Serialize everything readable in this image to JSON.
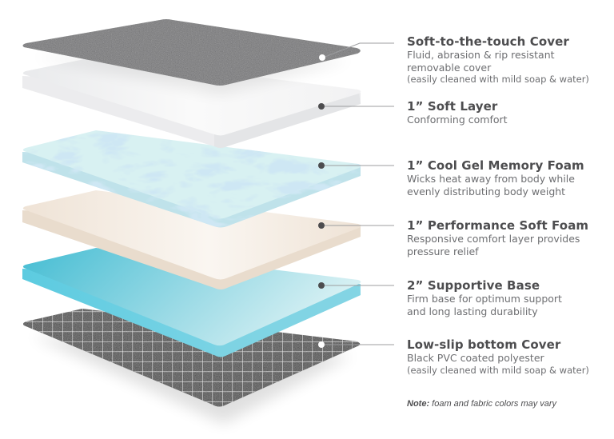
{
  "diagram": {
    "type": "exploded-layer-diagram",
    "subject": "mattress layers",
    "layers": [
      {
        "id": "top-cover",
        "title": "Soft-to-the-touch Cover",
        "description": "Fluid, abrasion & rip resistant removable cover",
        "desc_line1": "Fluid, abrasion & rip resistant",
        "desc_line2": "removable cover",
        "subnote": "(easily cleaned with mild soap & water)",
        "color": "#6b6c6e",
        "dot_color": "#ffffff"
      },
      {
        "id": "soft-layer",
        "title": "1” Soft Layer",
        "description": "Conforming comfort",
        "desc_line1": "Conforming comfort",
        "color": "#f3f3f4",
        "dot_color": "#4d4d4f"
      },
      {
        "id": "cool-gel-memory-foam",
        "title": "1” Cool Gel Memory Foam",
        "description": "Wicks heat away from body while evenly distributing body weight",
        "desc_line1": "Wicks heat away from body while",
        "desc_line2": "evenly distributing body weight",
        "color": "#bfe3ea",
        "dot_color": "#4d4d4f"
      },
      {
        "id": "performance-soft-foam",
        "title": "1” Performance Soft Foam",
        "description": "Responsive comfort layer provides pressure relief",
        "desc_line1": "Responsive comfort layer provides",
        "desc_line2": "pressure relief",
        "color": "#f1e7dc",
        "dot_color": "#4d4d4f"
      },
      {
        "id": "supportive-base",
        "title": "2” Supportive Base",
        "description": "Firm base for optimum support and long lasting durability",
        "desc_line1": "Firm base for optimum support",
        "desc_line2": "and long lasting durability",
        "color": "#5cc6d8",
        "dot_color": "#4d4d4f"
      },
      {
        "id": "bottom-cover",
        "title": "Low-slip bottom Cover",
        "description": "Black PVC coated polyester",
        "desc_line1": "Black PVC coated polyester",
        "subnote": "(easily cleaned with mild soap & water)",
        "color": "#2b2b2b",
        "dot_color": "#ffffff"
      }
    ],
    "note": {
      "label": "Note:",
      "text": " foam and fabric colors may vary"
    }
  }
}
